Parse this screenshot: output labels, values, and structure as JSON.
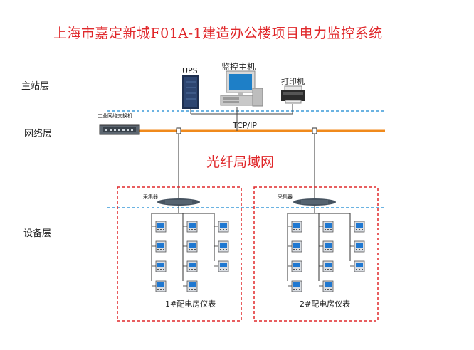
{
  "title": "上海市嘉定新城F01A-1建造办公楼项目电力监控系统",
  "layers": {
    "station": "主站层",
    "network": "网络层",
    "device": "设备层"
  },
  "devices": {
    "ups": "UPS",
    "host": "监控主机",
    "printer": "打印机",
    "switch": "工业网络交换机",
    "protocol": "TCP/IP",
    "fiber_network": "光纤局域网",
    "collector_1": "采集器",
    "collector_2": "采集器"
  },
  "groups": {
    "room_1": "1#配电房仪表",
    "room_2": "2#配电房仪表"
  },
  "colors": {
    "title": "#e0282b",
    "bus_orange": "#f08a1c",
    "layer_divider": "#3a9ad9",
    "group_border": "#e0282b",
    "meter_screen": "#1f78d1"
  }
}
